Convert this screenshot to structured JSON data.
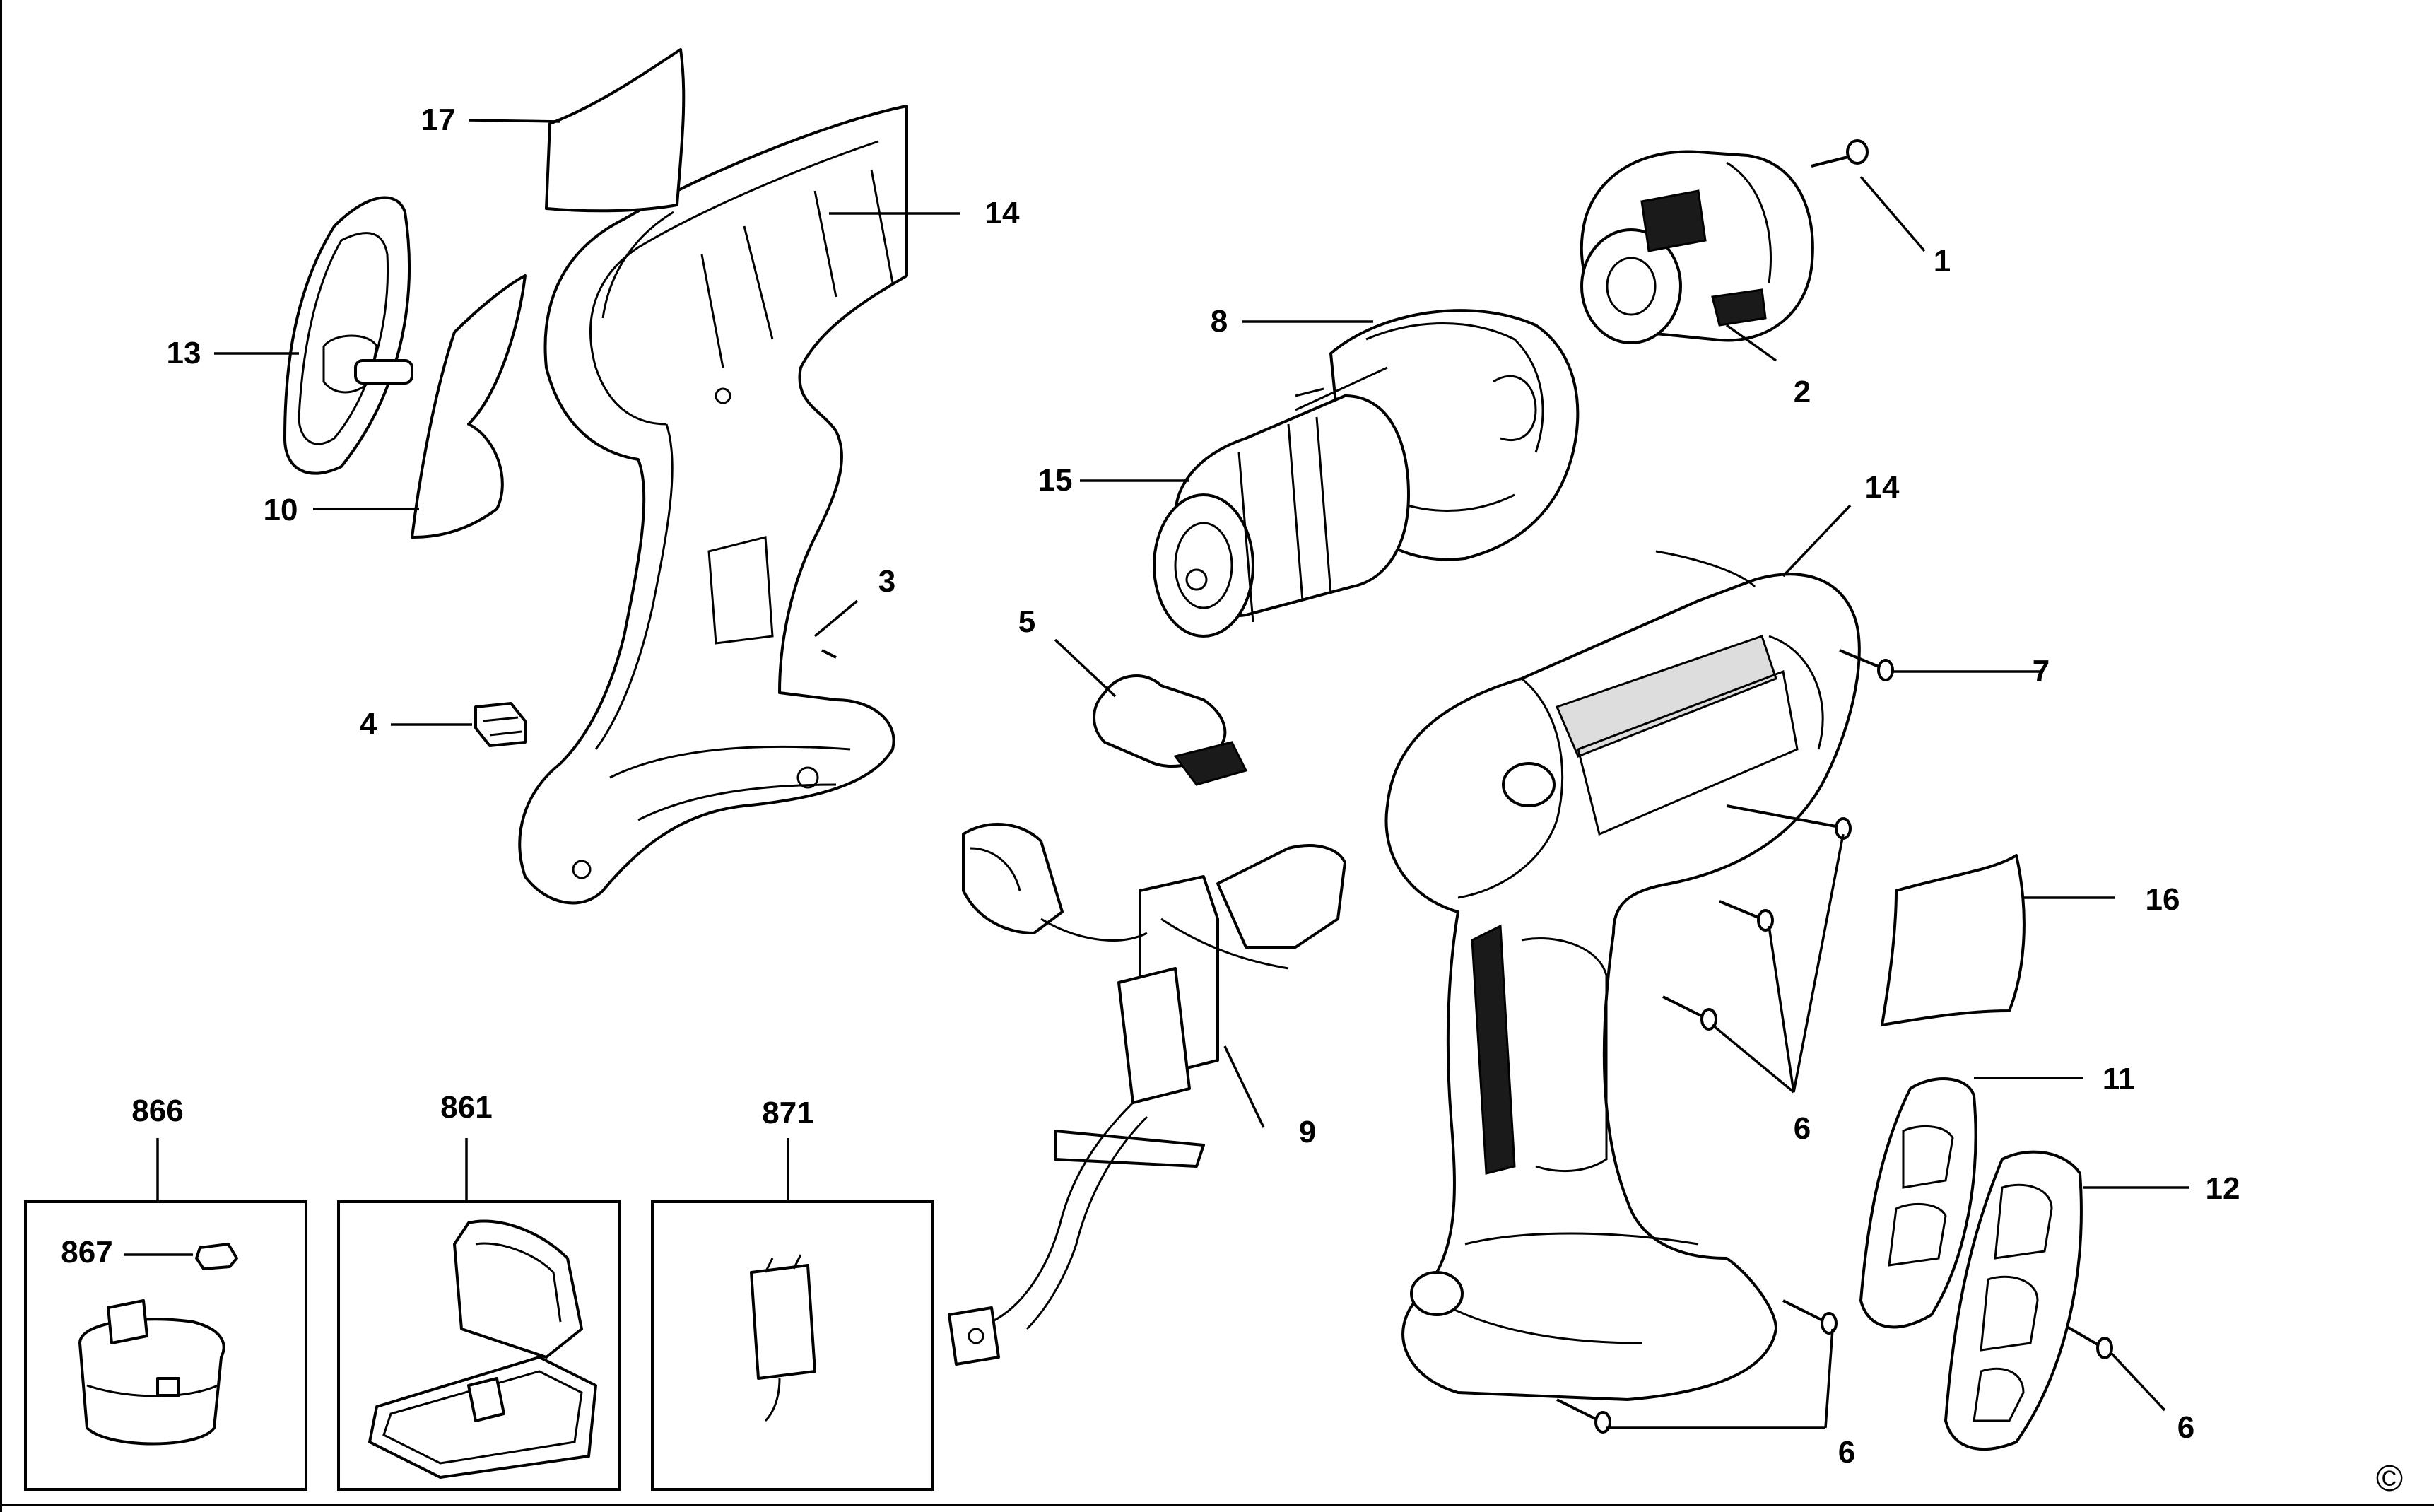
{
  "diagram": {
    "type": "exploded parts drawing",
    "copyright_symbol": "©"
  },
  "labels": {
    "p1": "1",
    "p2": "2",
    "p3": "3",
    "p4": "4",
    "p5": "5",
    "p6a": "6",
    "p6b": "6",
    "p6c": "6",
    "p7": "7",
    "p8": "8",
    "p9": "9",
    "p10": "10",
    "p11": "11",
    "p12": "12",
    "p13": "13",
    "p14a": "14",
    "p14b": "14",
    "p15": "15",
    "p16": "16",
    "p17": "17",
    "p866": "866",
    "p867": "867",
    "p861": "861",
    "p871": "871"
  }
}
